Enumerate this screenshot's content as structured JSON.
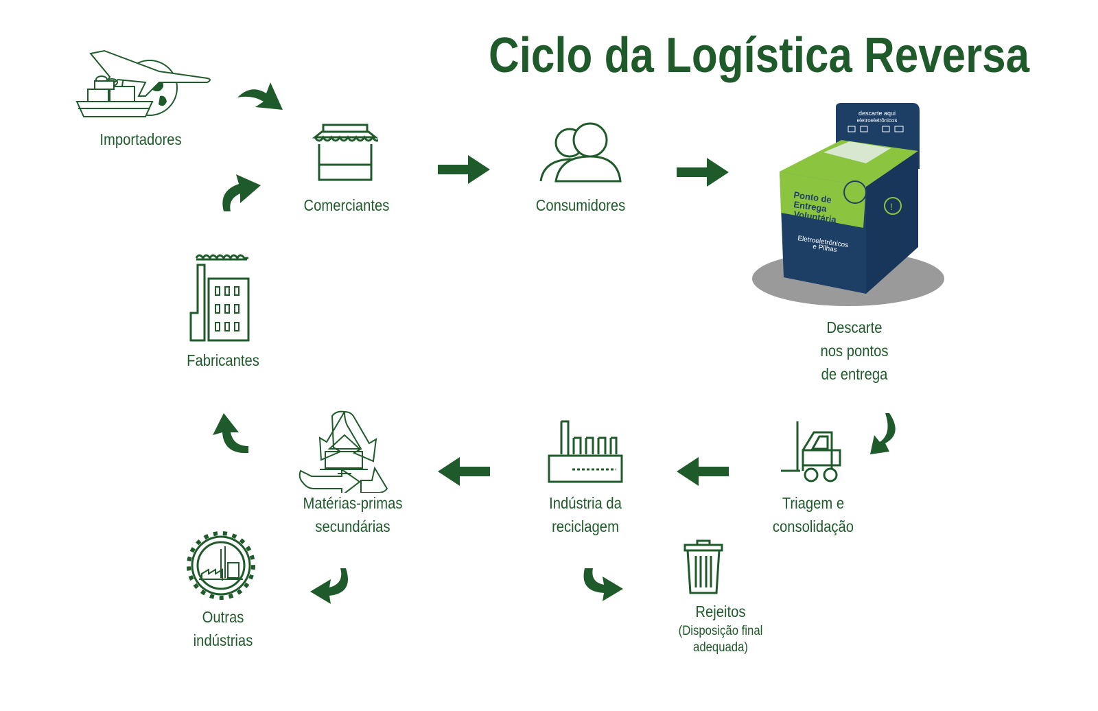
{
  "title": "Ciclo da Logística Reversa",
  "colors": {
    "primary": "#1f5a2a",
    "box_blue": "#1d3f66",
    "box_green": "#8bc53f"
  },
  "nodes": {
    "importadores": {
      "label": "Importadores",
      "icon": "plane-ship-globe-icon"
    },
    "comerciantes": {
      "label": "Comerciantes",
      "icon": "storefront-icon"
    },
    "consumidores": {
      "label": "Consumidores",
      "icon": "people-icon"
    },
    "descarte": {
      "line1": "Descarte",
      "line2": "nos pontos",
      "line3": "de entrega",
      "icon": "collection-box-image"
    },
    "triagem": {
      "line1": "Triagem e",
      "line2": "consolidação",
      "icon": "forklift-icon"
    },
    "industria": {
      "line1": "Indústria da",
      "line2": "reciclagem",
      "icon": "factory-icon"
    },
    "materias": {
      "line1": "Matérias-primas",
      "line2": "secundárias",
      "icon": "recycle-laptop-icon"
    },
    "fabricantes": {
      "label": "Fabricantes",
      "icon": "building-factory-icon"
    },
    "outras": {
      "line1": "Outras",
      "line2": "indústrias",
      "icon": "gear-factory-icon"
    },
    "rejeitos": {
      "label": "Rejeitos",
      "sub1": "(Disposição final",
      "sub2": "adequada)",
      "icon": "trash-bin-icon"
    }
  },
  "box": {
    "top_text_1": "descarte aqui",
    "top_text_2": "eletroeletrônicos",
    "front_title": "Ponto de Entrega Voluntária",
    "front_sub": "Eletroeletrônicos e Pilhas"
  }
}
